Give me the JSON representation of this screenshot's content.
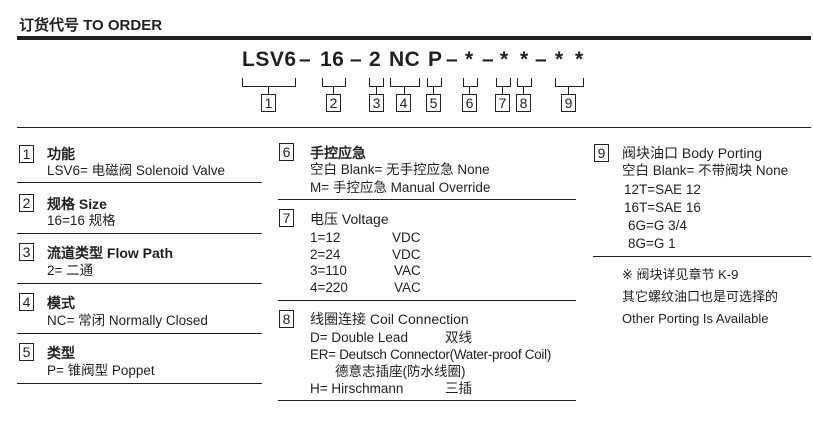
{
  "title": "订货代号 TO ORDER",
  "code": [
    "LSV6",
    "–",
    "16",
    "–",
    "2",
    "NC",
    "P",
    "–",
    "*",
    "–",
    "*",
    "*",
    "–",
    "*",
    "*"
  ],
  "numbers": [
    "1",
    "2",
    "3",
    "4",
    "5",
    "6",
    "7",
    "8",
    "9"
  ],
  "sections": {
    "s1": {
      "num": "1",
      "head": "功能",
      "lines": [
        "LSV6= 电磁阀 Solenoid Valve"
      ]
    },
    "s2": {
      "num": "2",
      "head": "规格 Size",
      "lines": [
        "16=16 规格"
      ]
    },
    "s3": {
      "num": "3",
      "head": "流道类型 Flow Path",
      "lines": [
        "2= 二通"
      ]
    },
    "s4": {
      "num": "4",
      "head": "模式",
      "lines": [
        "NC= 常闭 Normally Closed"
      ]
    },
    "s5": {
      "num": "5",
      "head": "类型",
      "lines": [
        "P= 锥阀型 Poppet"
      ]
    },
    "s6": {
      "num": "6",
      "head": "手控应急",
      "lines": [
        "空白 Blank= 无手控应急 None",
        "M= 手控应急 Manual Override"
      ]
    },
    "s7": {
      "num": "7",
      "head": "电压 Voltage",
      "rows": [
        [
          "1=12",
          "VDC"
        ],
        [
          "2=24",
          "VDC"
        ],
        [
          "3=110",
          "VAC"
        ],
        [
          "4=220",
          "VAC"
        ]
      ]
    },
    "s8": {
      "num": "8",
      "head": "线圈连接 Coil Connection",
      "lines": [
        "D= Double Lead",
        "双线",
        "ER= Deutsch Connector(Water-proof Coil)",
        "德意志插座(防水线圈)",
        "H= Hirschmann",
        "三插"
      ]
    },
    "s9": {
      "num": "9",
      "head": "阀块油口 Body Porting",
      "lines": [
        "空白 Blank= 不带阀块 None",
        "12T=SAE 12",
        "16T=SAE 16",
        "6G=G 3/4",
        "8G=G 1"
      ]
    }
  },
  "note": [
    "※ 阀块详见章节 K-9",
    "其它螺纹油口也是可选择的",
    "Other Porting Is Available"
  ]
}
